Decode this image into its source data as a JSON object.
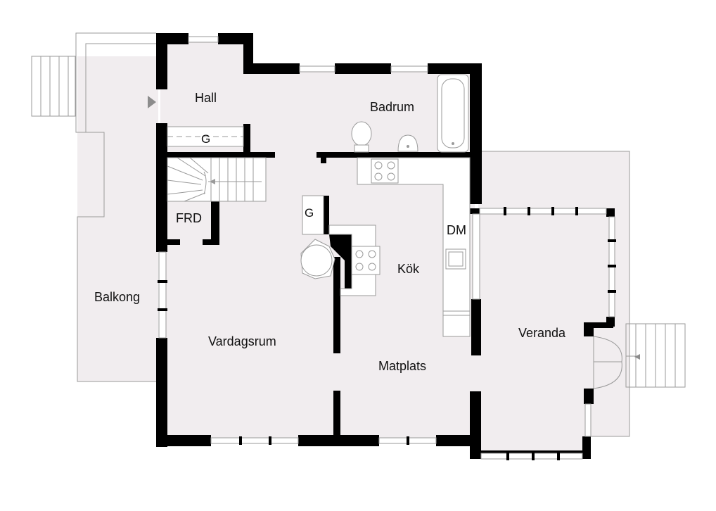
{
  "colors": {
    "floor": "#f1edef",
    "wall": "#000000",
    "line": "#9a9a9a",
    "fixture": "#ffffff",
    "arrow": "#8c8c8c"
  },
  "rooms": {
    "hall": "Hall",
    "badrum": "Badrum",
    "frd": "FRD",
    "balkong": "Balkong",
    "vardagsrum": "Vardagsrum",
    "kok": "Kök",
    "matplats": "Matplats",
    "veranda": "Veranda",
    "dm": "DM"
  },
  "labels": {
    "hall_closet": "G",
    "kitchen_closet": "G"
  }
}
